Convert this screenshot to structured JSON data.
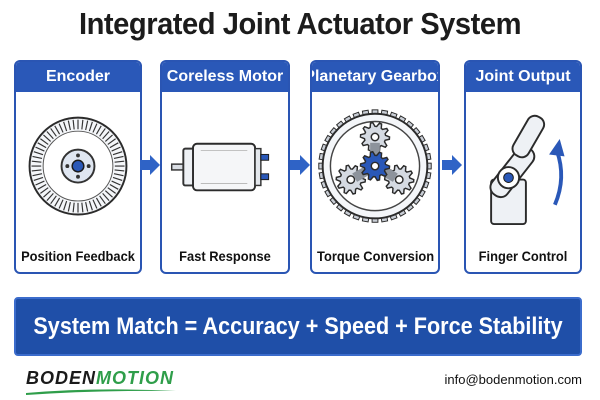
{
  "title": "Integrated Joint Actuator System",
  "stages": [
    {
      "header": "Encoder",
      "caption": "Position Feedback",
      "icon": "encoder-disc-icon"
    },
    {
      "header": "Coreless Motor",
      "caption": "Fast Response",
      "icon": "motor-icon"
    },
    {
      "header": "Planetary Gearbox",
      "caption": "Torque Conversion",
      "icon": "planetary-gear-icon"
    },
    {
      "header": "Joint Output",
      "caption": "Finger Control",
      "icon": "finger-joint-icon"
    }
  ],
  "banner": "System Match = Accuracy + Speed + Force Stability",
  "footer": {
    "logo_part1": "BODEN",
    "logo_part2": "MOTION",
    "email": "info@bodenmotion.com"
  },
  "colors": {
    "header_blue": "#2a58b8",
    "border_blue": "#2a55b3",
    "banner_blue": "#1f4fa8",
    "arrow_blue": "#2f63c6",
    "logo_green": "#2f9e4a"
  }
}
